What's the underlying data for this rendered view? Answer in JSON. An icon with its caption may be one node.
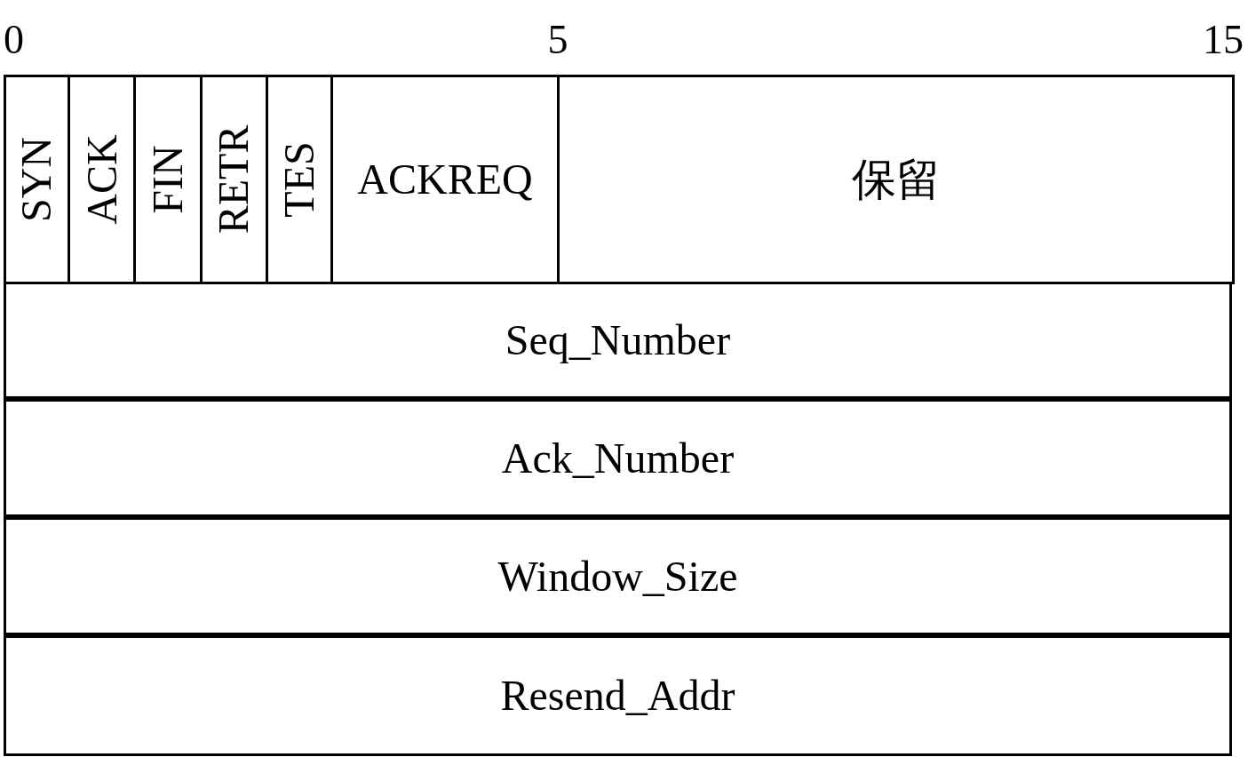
{
  "diagram": {
    "nodes": [
      {
        "text": [
          "SYN"
        ]
      },
      {
        "text": [
          "ACK"
        ]
      },
      {
        "text": [
          "FIN"
        ]
      },
      {
        "text": [
          "RETR"
        ]
      },
      {
        "text": [
          "TES"
        ]
      },
      {
        "text": [
          "ACKREQ"
        ]
      },
      {
        "text": [
          "保留"
        ]
      },
      {
        "text": [
          "Seq_Number"
        ]
      },
      {
        "text": [
          "Ack_Number"
        ]
      },
      {
        "text": [
          "Window_Size"
        ]
      },
      {
        "text": [
          "Resend_Addr"
        ]
      }
    ],
    "labels": [
      "0",
      "5",
      "15"
    ]
  }
}
